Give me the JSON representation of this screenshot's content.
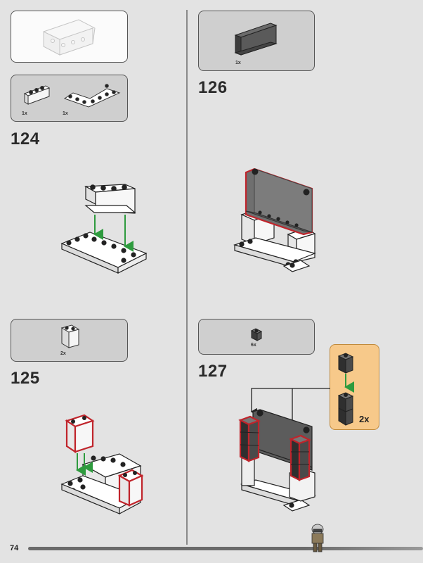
{
  "page": {
    "number": "74"
  },
  "steps": [
    {
      "number": "124",
      "parts": [
        {
          "qty": "1x"
        },
        {
          "qty": "1x"
        }
      ]
    },
    {
      "number": "125",
      "parts": [
        {
          "qty": "2x"
        }
      ]
    },
    {
      "number": "126",
      "parts": [
        {
          "qty": "1x"
        }
      ]
    },
    {
      "number": "127",
      "parts": [
        {
          "qty": "6x"
        }
      ],
      "sub_callout": {
        "qty": "2x"
      }
    }
  ],
  "colors": {
    "background": "#e3e3e3",
    "parts_box": "#cfcfcf",
    "highlight": "#c0242b",
    "arrow": "#2e9b3e",
    "callout": "#f7c98a"
  }
}
